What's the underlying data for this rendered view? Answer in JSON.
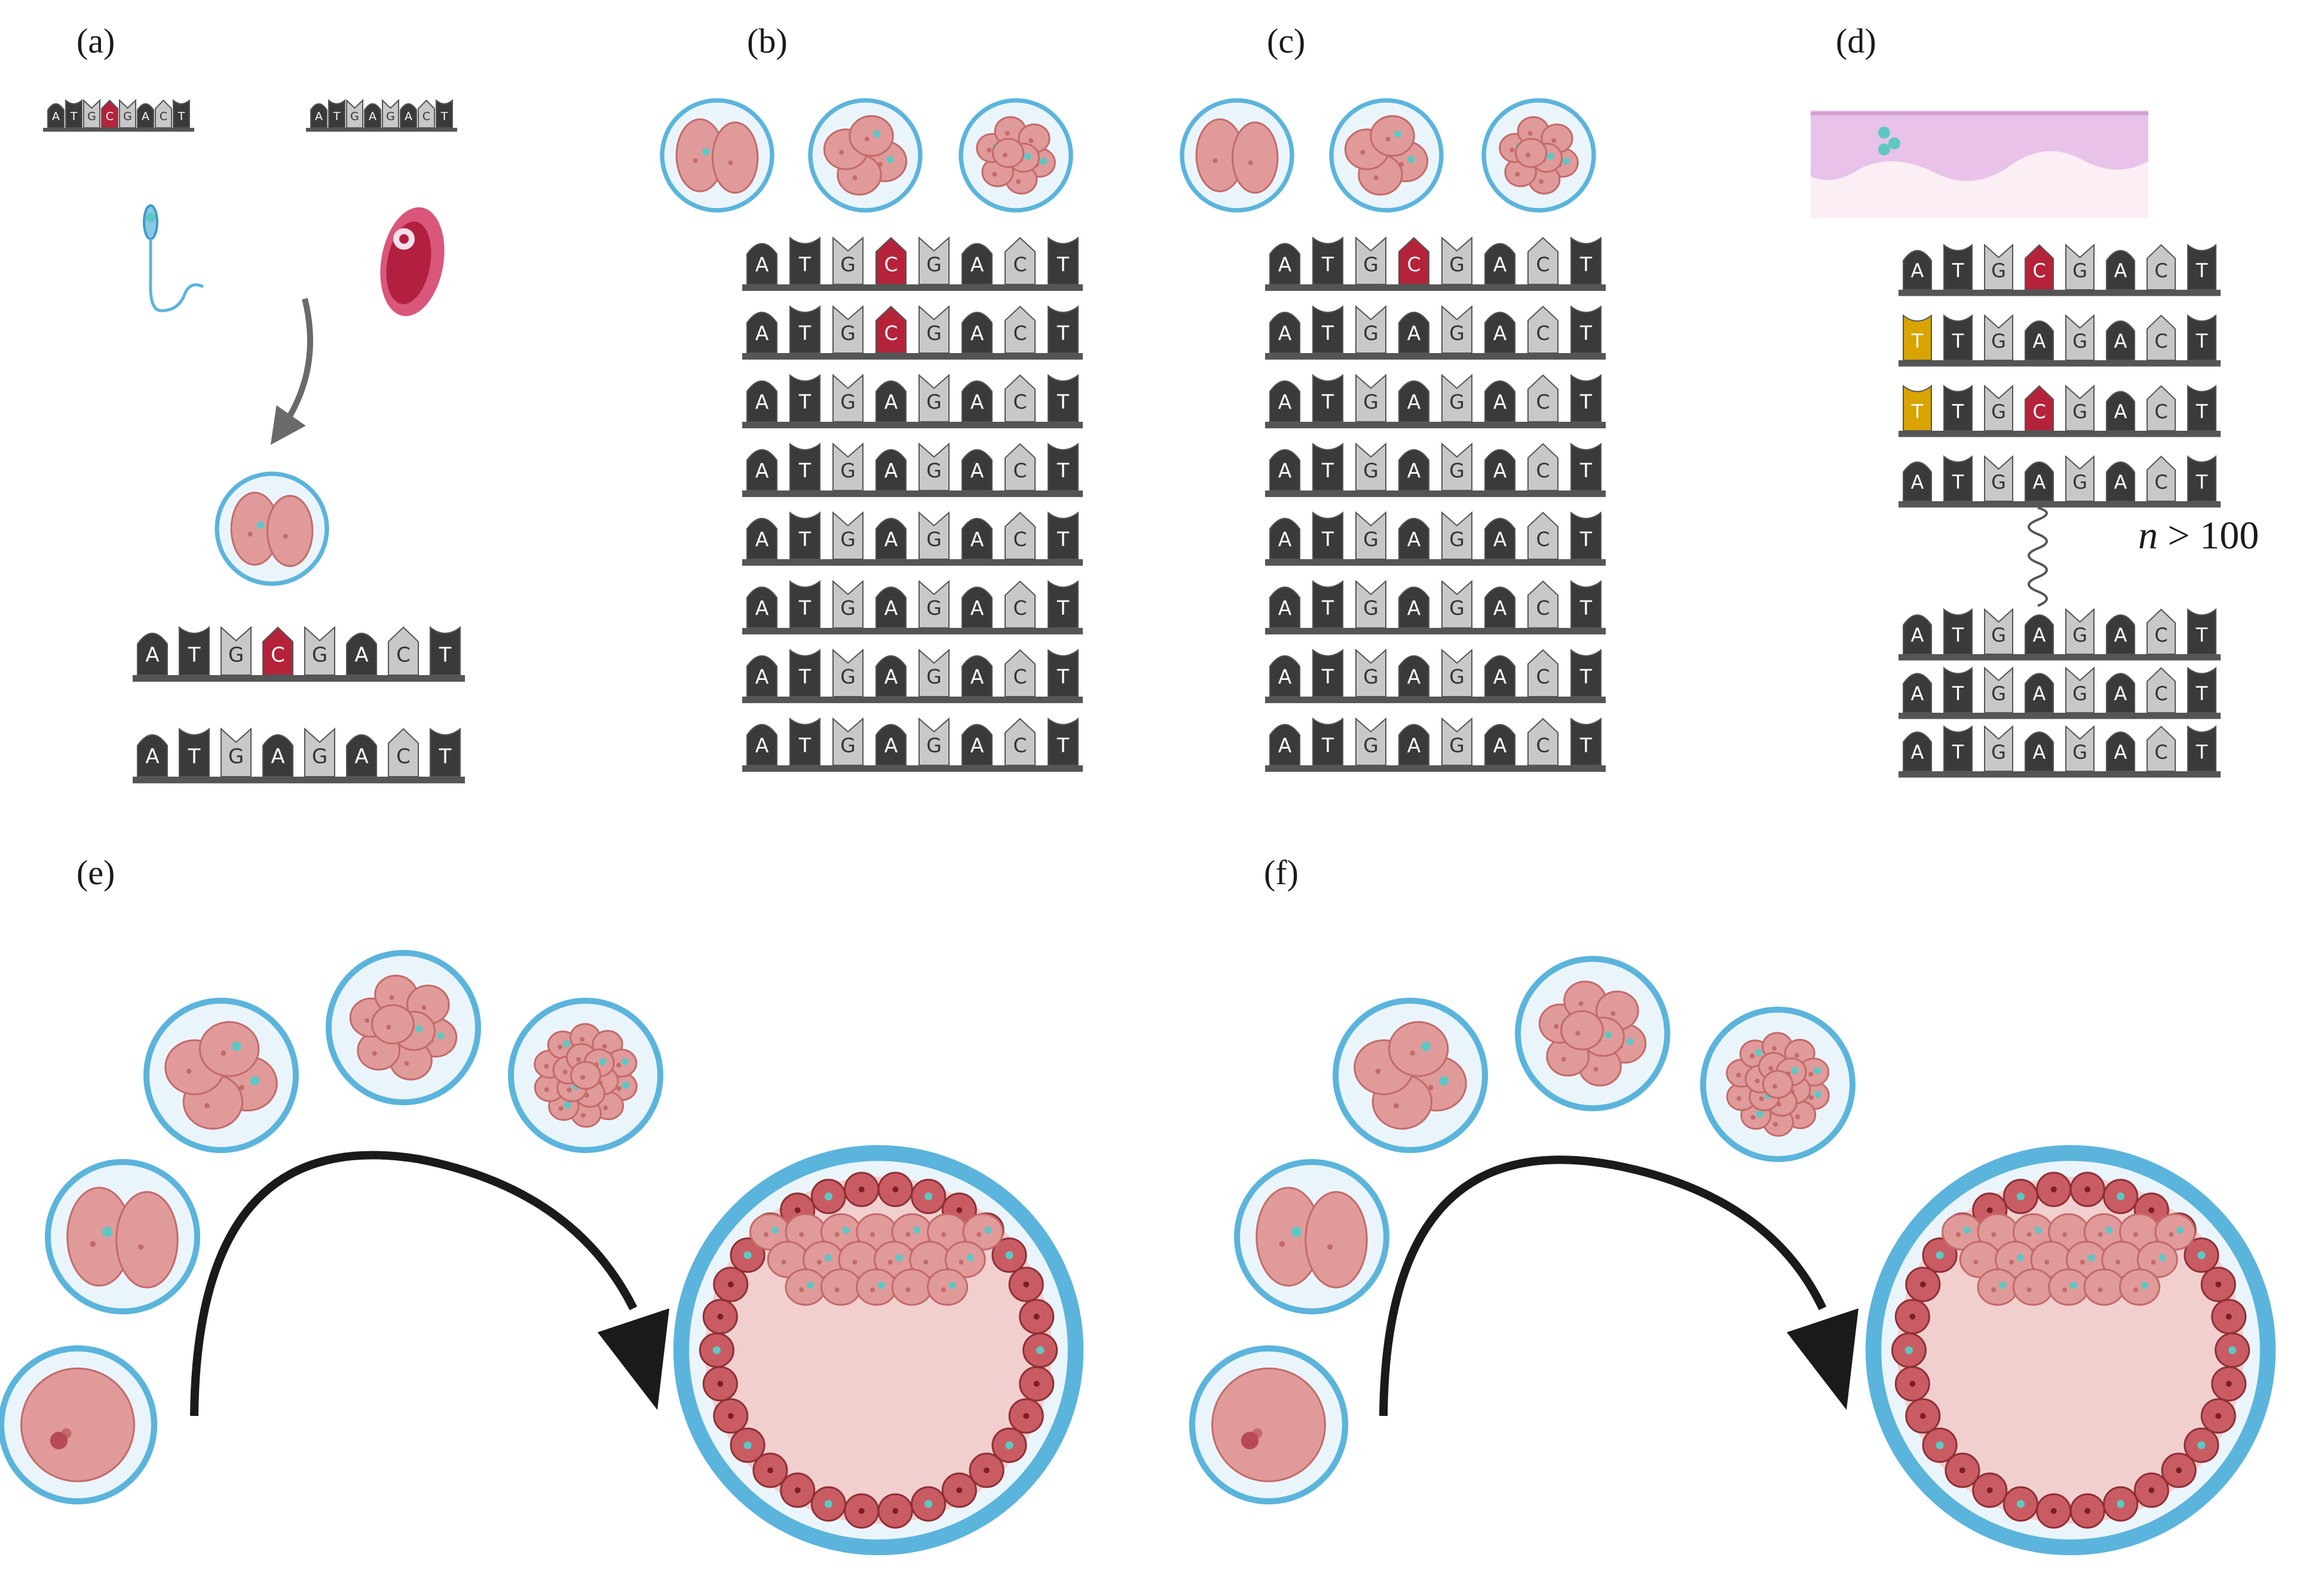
{
  "panels": {
    "a": "(a)",
    "b": "(b)",
    "c": "(c)",
    "d": "(d)",
    "e": "(e)",
    "f": "(f)"
  },
  "sequences": {
    "a_top": [
      "ATGCGACT",
      "ATGAGACT"
    ],
    "a_bottom": [
      "ATGCGACT",
      "ATGAGACT"
    ],
    "b": [
      "ATGCGACT",
      "ATGCGACT",
      "ATGAGACT",
      "ATGAGACT",
      "ATGAGACT",
      "ATGAGACT",
      "ATGAGACT",
      "ATGAGACT"
    ],
    "c": [
      "ATGCGACT",
      "ATGAGACT",
      "ATGAGACT",
      "ATGAGACT",
      "ATGAGACT",
      "ATGAGACT",
      "ATGAGACT",
      "ATGAGACT"
    ],
    "d_top": [
      "ATGCGACT",
      "TTGAGACT",
      "TTGCGACT",
      "ATGAGACT"
    ],
    "d_bottom": [
      "ATGAGACT",
      "ATGAGACT",
      "ATGAGACT"
    ]
  },
  "d_count": {
    "var": "n",
    "rest": " > 100"
  },
  "colors": {
    "purine": "#3a3a3a",
    "pyrimidine": "#c8c8c8",
    "mutation": "#b4233a",
    "variant": "#d9a300",
    "rail": "#555555",
    "zona": "#5bb4dc",
    "cell": "#e09a9a",
    "cell_dark": "#c46a6a",
    "nucleus_marker": "#5cc8c4",
    "blastocoel": "#f2cfcf",
    "skin": "#e8c2e8"
  },
  "icons": [
    "sperm-icon",
    "egg-cell-icon",
    "zygote-icon",
    "embryo-icon",
    "blastocyst-icon",
    "skin-tissue-icon",
    "curved-arrow-icon",
    "spring-icon"
  ]
}
